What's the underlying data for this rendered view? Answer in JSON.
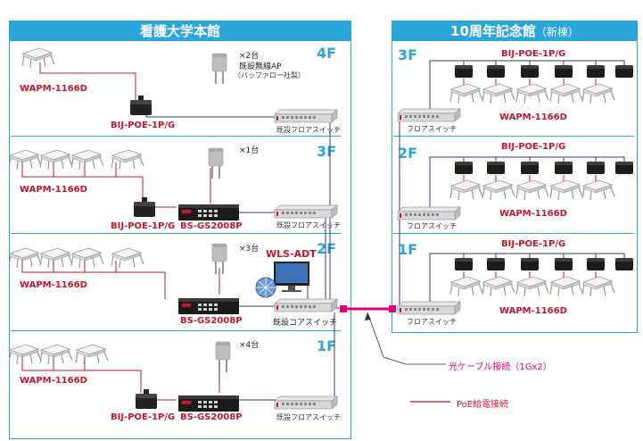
{
  "building_a": {
    "title": "看護大学本館",
    "floors": [
      {
        "label": "4F",
        "ap_model": "WAPM-1166D",
        "poe_label": "BIJ-POE-1P/G",
        "antenna_count": "×2台",
        "antenna_desc": "既設無線AP",
        "antenna_vendor": "（バッファロー社製）",
        "floor_switch": "既設フロアスイッチ"
      },
      {
        "label": "3F",
        "ap_model": "WAPM-1166D",
        "poe_label": "BIJ-POE-1P/G",
        "antenna_count": "×1台",
        "switch_model": "BS-GS2008P",
        "floor_switch": "既設フロアスイッチ"
      },
      {
        "label": "2F",
        "ap_model": "WAPM-1166D",
        "antenna_count": "×3台",
        "switch_model": "BS-GS2008P",
        "controller": "WLS-ADT",
        "core_switch": "既設コアスイッチ"
      },
      {
        "label": "1F",
        "ap_model": "WAPM-1166D",
        "poe_label": "BIJ-POE-1P/G",
        "antenna_count": "×4台",
        "switch_model": "BS-GS2008P",
        "floor_switch": "既設フロアスイッチ"
      }
    ]
  },
  "building_b": {
    "title": "10周年記念館",
    "title_suffix": "（新棟）",
    "floors": [
      {
        "label": "3F",
        "poe_label": "BIJ-POE-1P/G",
        "ap_model": "WAPM-1166D",
        "floor_switch": "フロアスイッチ"
      },
      {
        "label": "2F",
        "poe_label": "BIJ-POE-1P/G",
        "ap_model": "WAPM-1166D",
        "floor_switch": "フロアスイッチ"
      },
      {
        "label": "1F",
        "poe_label": "BIJ-POE-1P/G",
        "ap_model": "WAPM-1166D",
        "floor_switch": "フロアスイッチ"
      }
    ]
  },
  "legend": {
    "fiber": "光ケーブル接続（1Gx2）",
    "poe": "PoE給電接続"
  },
  "colors": {
    "accent": "#2ba6da",
    "red": "#c3172c",
    "fiber": "#e0007a",
    "navy": "#2d3a8c"
  }
}
